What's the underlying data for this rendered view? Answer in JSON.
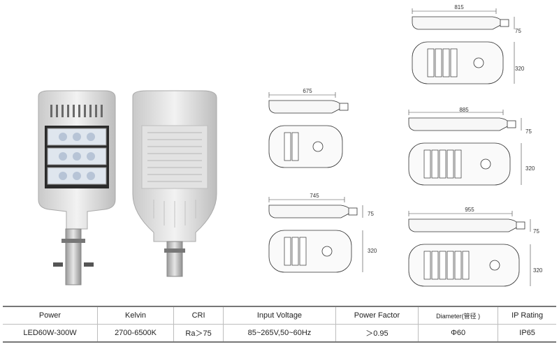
{
  "photos": {
    "front_view": "street light front with three LED modules",
    "back_view": "street light back with heat sink fins"
  },
  "drawings": [
    {
      "width_label": "675",
      "height_label": "",
      "modules": 2
    },
    {
      "width_label": "745",
      "height_label": "75",
      "depth_label": "320",
      "modules": 3
    },
    {
      "width_label": "815",
      "height_label": "75",
      "depth_label": "320",
      "modules": 4
    },
    {
      "width_label": "885",
      "height_label": "75",
      "depth_label": "320",
      "modules": 5
    },
    {
      "width_label": "955",
      "height_label": "75",
      "depth_label": "320",
      "modules": 6
    }
  ],
  "table": {
    "headers": [
      "Power",
      "Kelvin",
      "CRI",
      "Input Voltage",
      "Power Factor",
      "Diameter(管径 )",
      "IP Rating"
    ],
    "values": [
      "LED60W-300W",
      "2700-6500K",
      "Ra＞75",
      "85~265V,50~60Hz",
      "＞0.95",
      "Φ60",
      "IP65"
    ]
  }
}
